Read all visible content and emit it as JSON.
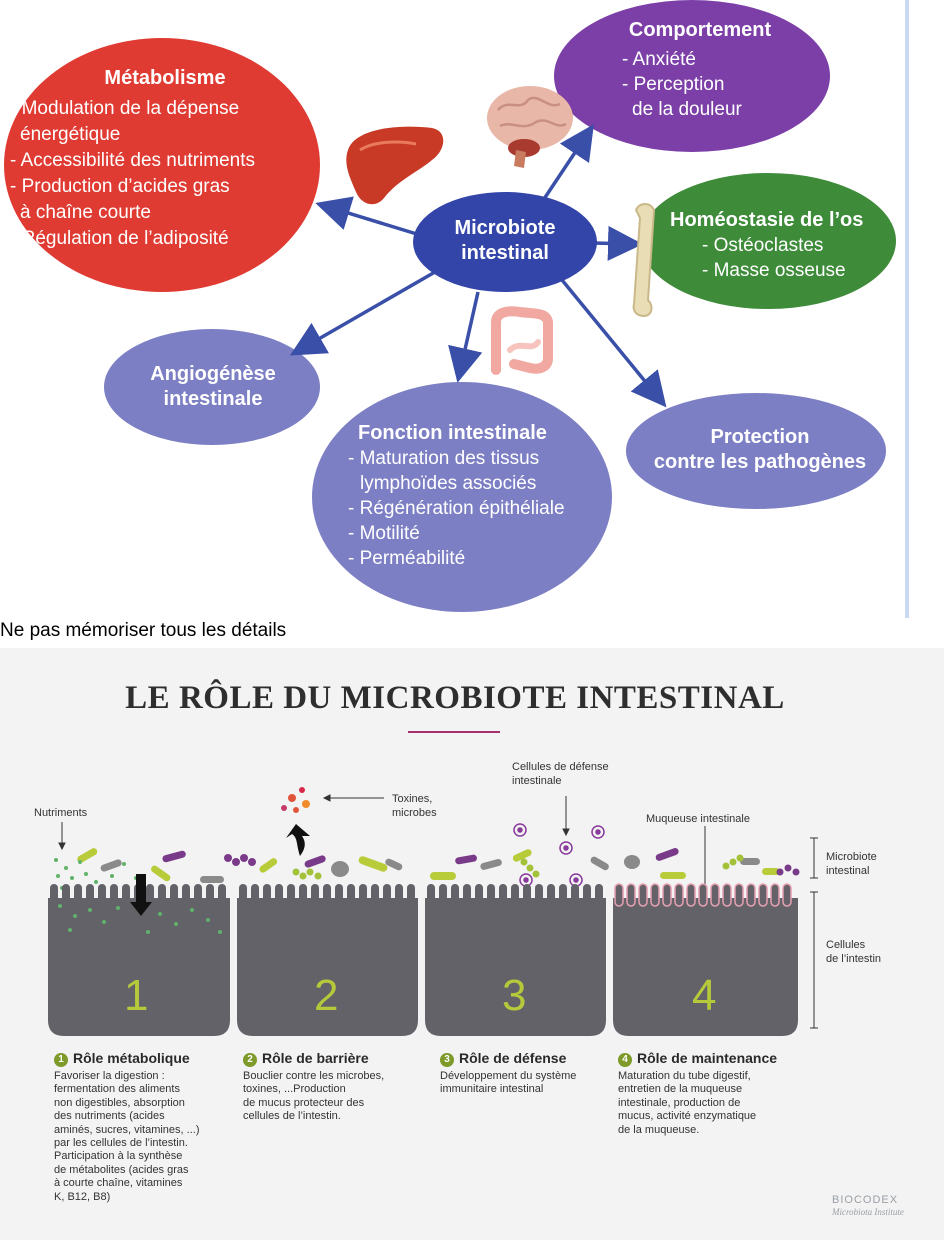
{
  "mindmap": {
    "center": {
      "line1": "Microbiote",
      "line2": "intestinal"
    },
    "metabolisme": {
      "title": "Métabolisme",
      "items": [
        "- Modulation de la dépense",
        "  énergétique",
        "- Accessibilité des nutriments",
        "- Production d’acides gras",
        "  à chaîne courte",
        "- Régulation de l’adiposité"
      ]
    },
    "comportement": {
      "title": "Comportement",
      "items": [
        "- Anxiété",
        "- Perception",
        "  de la douleur"
      ]
    },
    "os": {
      "title": "Homéostasie de l’os",
      "items": [
        "- Ostéoclastes",
        "- Masse osseuse"
      ]
    },
    "angiogenese": {
      "line1": "Angiogénèse",
      "line2": "intestinale"
    },
    "fonction": {
      "title": "Fonction intestinale",
      "items": [
        "- Maturation des tissus",
        "  lymphoïdes associés",
        "- Régénération épithéliale",
        "- Motilité",
        "- Perméabilité"
      ]
    },
    "protection": {
      "line1": "Protection",
      "line2": "contre les pathogènes"
    },
    "colors": {
      "red": "#e03b33",
      "purple": "#7b3fa7",
      "green": "#3e8b3a",
      "lavender": "#7d7fc4",
      "center": "#3345a8",
      "arrow": "#3a4fa8"
    }
  },
  "note": "Ne pas mémoriser tous les détails",
  "infographic": {
    "title": "LE RÔLE DU MICROBIOTE INTESTINAL",
    "labels": {
      "nutriments": "Nutriments",
      "toxines": [
        "Toxines,",
        "microbes"
      ],
      "cellules_defense": [
        "Cellules de défense",
        "intestinale"
      ],
      "muqueuse": "Muqueuse intestinale",
      "microbiote": [
        "Microbiote",
        "intestinal"
      ],
      "cellules_intestin": [
        "Cellules",
        "de l’intestin"
      ]
    },
    "block_numbers": [
      "1",
      "2",
      "3",
      "4"
    ],
    "sections": [
      {
        "num": "1",
        "title": "Rôle métabolique",
        "body": [
          "Favoriser la digestion :",
          "fermentation des aliments",
          "non digestibles, absorption",
          "des nutriments (acides",
          "aminés, sucres, vitamines, ...)",
          "par les cellules de l’intestin.",
          "Participation à la synthèse",
          "de métabolites (acides gras",
          "à courte chaîne, vitamines",
          "K, B12, B8)"
        ]
      },
      {
        "num": "2",
        "title": "Rôle de barrière",
        "body": [
          "Bouclier contre les microbes,",
          "toxines, ...Production",
          "de mucus protecteur des",
          "cellules de l’intestin."
        ]
      },
      {
        "num": "3",
        "title": "Rôle de défense",
        "body": [
          "Développement du système",
          "immunitaire intestinal"
        ]
      },
      {
        "num": "4",
        "title": "Rôle de maintenance",
        "body": [
          "Maturation du tube digestif,",
          "entretien de la muqueuse",
          "intestinale, production de",
          "mucus, activité enzymatique",
          "de la muqueuse."
        ]
      }
    ],
    "logo": {
      "brand": "BIOCODEX",
      "sub": "Microbiota Institute"
    }
  }
}
